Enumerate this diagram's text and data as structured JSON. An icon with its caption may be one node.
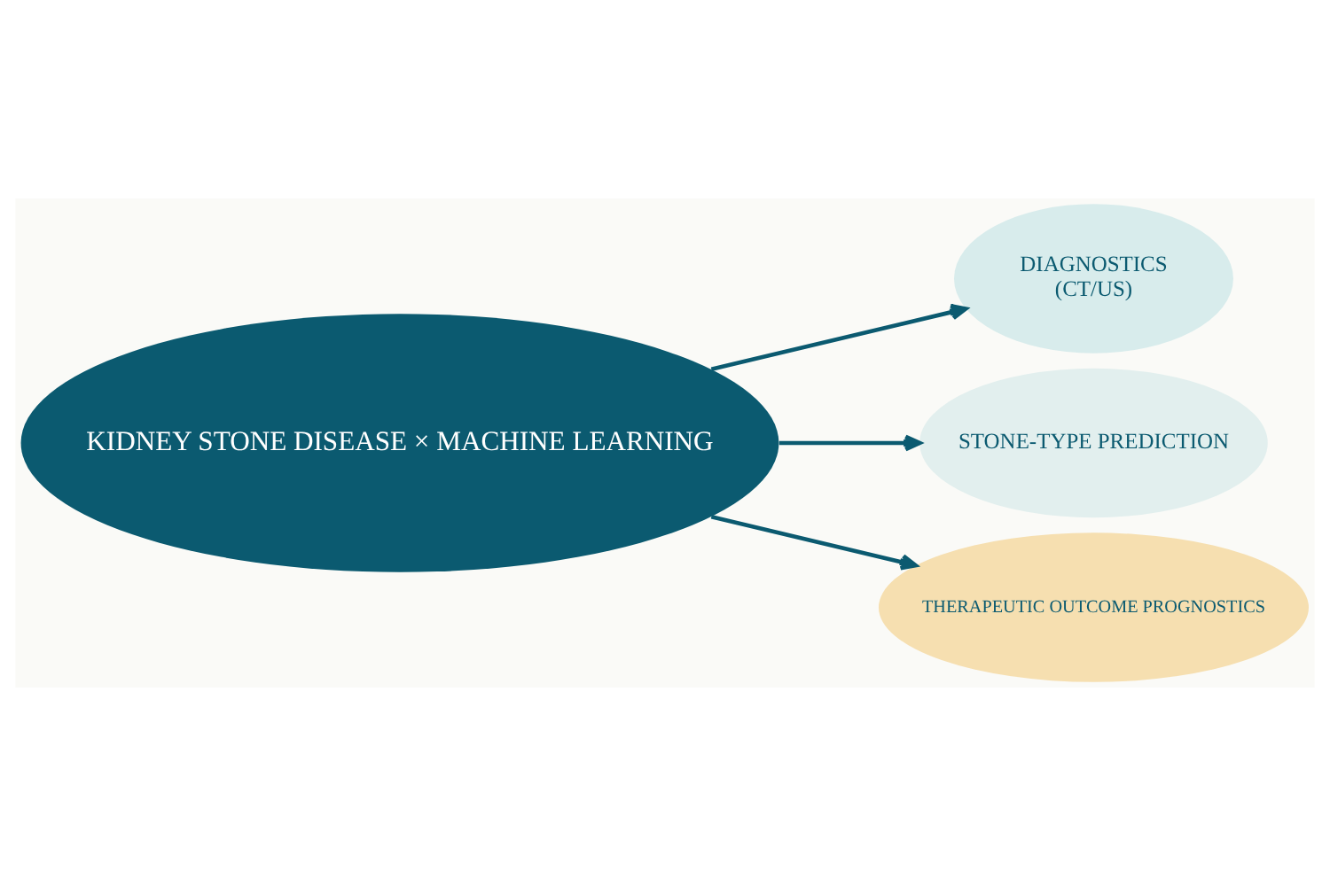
{
  "diagram": {
    "nodes": [
      {
        "text": [
          "KIDNEY STONE DISEASE × MACHINE LEARNING"
        ]
      },
      {
        "text": [
          "DIAGNOSTICS",
          "(CT/US)"
        ]
      },
      {
        "text": [
          "STONE-TYPE PREDICTION"
        ]
      },
      {
        "text": [
          "THERAPEUTIC OUTCOME PROGNOSTICS"
        ]
      }
    ],
    "edges": [
      {
        "from": 0,
        "to": 1,
        "arrow": "to"
      },
      {
        "from": 0,
        "to": 2,
        "arrow": "to"
      },
      {
        "from": 0,
        "to": 3,
        "arrow": "to"
      }
    ]
  }
}
